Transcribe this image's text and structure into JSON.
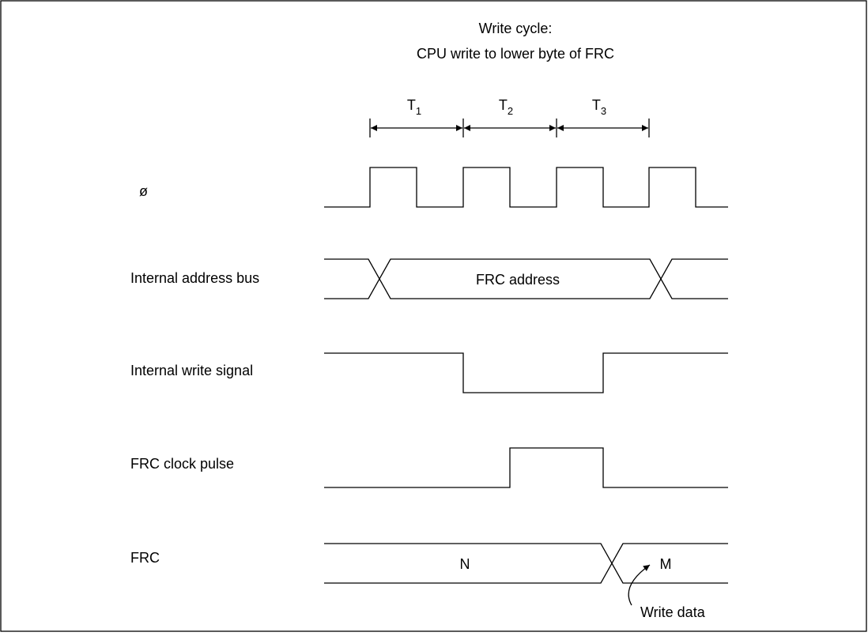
{
  "title": {
    "line1": "Write cycle:",
    "line2": "CPU write to lower byte of FRC"
  },
  "states": [
    {
      "base": "T",
      "sub": "1"
    },
    {
      "base": "T",
      "sub": "2"
    },
    {
      "base": "T",
      "sub": "3"
    }
  ],
  "signals": {
    "clock": {
      "label": "ø"
    },
    "address_bus": {
      "label": "Internal address bus",
      "value": "FRC address"
    },
    "write_signal": {
      "label": "Internal write signal"
    },
    "clock_pulse": {
      "label": "FRC clock pulse"
    },
    "frc": {
      "label": "FRC",
      "old_value": "N",
      "new_value": "M"
    }
  },
  "annotation": {
    "write_data": "Write data"
  }
}
